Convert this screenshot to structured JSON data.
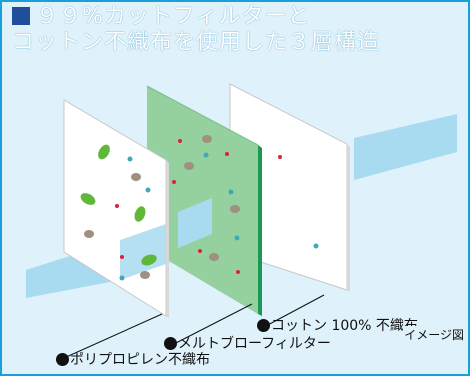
{
  "title": {
    "line1": "９９%カットフィルターと",
    "line2": "コットン不織布を使用した３層構造"
  },
  "labels": {
    "polypropylene": "ポリプロピレン不織布",
    "meltblown": "メルトブローフィルター",
    "cotton": "コットン 100% 不織布"
  },
  "caption": "イメージ図",
  "colors": {
    "border": "#1aa0d8",
    "background": "#dff1fb",
    "title_square": "#1f4f9a",
    "filter_green": "#8fcf9a",
    "filter_edge": "#1a9a50",
    "airflow": "#a8daf0"
  }
}
